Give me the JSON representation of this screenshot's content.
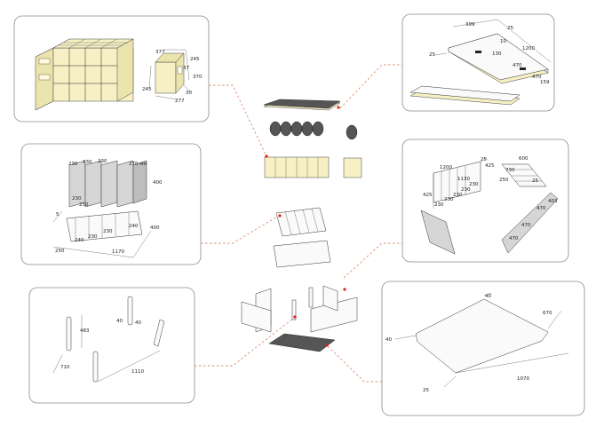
{
  "panels": {
    "shelf": {
      "dims": [
        "377",
        "245",
        "37",
        "370",
        "245",
        "277",
        "30"
      ]
    },
    "top": {
      "dims": [
        "399",
        "25",
        "1200",
        "10",
        "130",
        "470",
        "470",
        "25",
        "159"
      ]
    },
    "dividers": {
      "dims": [
        "230",
        "230",
        "230",
        "270 мм",
        "400",
        "230",
        "250",
        "5",
        "240",
        "230",
        "230",
        "240",
        "400",
        "250",
        "1170"
      ]
    },
    "sides": {
      "dims": [
        "1200",
        "425",
        "25",
        "425",
        "1130",
        "230",
        "230",
        "230",
        "230",
        "230",
        "600",
        "730",
        "250",
        "25",
        "470",
        "470",
        "470",
        "403"
      ]
    },
    "legs": {
      "dims": [
        "40",
        "40",
        "483",
        "710",
        "1110"
      ]
    },
    "base": {
      "dims": [
        "40",
        "670",
        "40",
        "1070",
        "25"
      ]
    }
  }
}
